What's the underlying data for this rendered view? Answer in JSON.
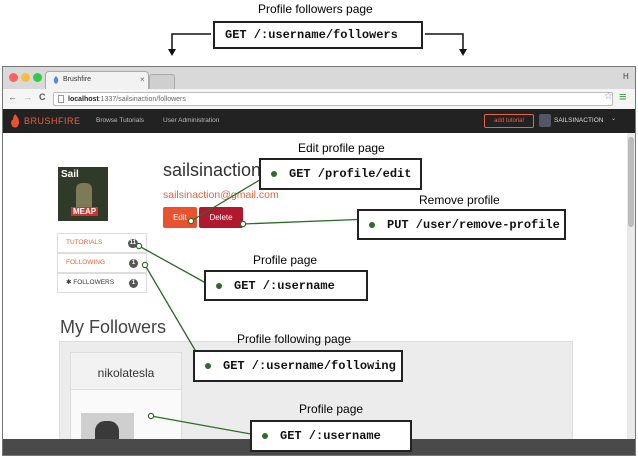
{
  "browser": {
    "tab_title": "Brushfire",
    "url_host": "localhost",
    "url_path": ":1337/sailsinaction/followers",
    "tab_close": "×",
    "nav_buttons": [
      "←",
      "→",
      "C"
    ],
    "bookmark_icon": "☆",
    "menu_icon": "≡"
  },
  "navbar": {
    "brand": "BRUSHFIRE",
    "links": [
      "Browse Tutorials",
      "User Administration"
    ],
    "add_tutorial": "add tutorial",
    "username": "SAILSINACTION",
    "caret": "⌄"
  },
  "profile": {
    "username": "sailsinaction",
    "email": "sailsinaction@gmail.com",
    "edit_label": "Edit",
    "delete_label": "Delete",
    "cover_text": "Sail",
    "cover_badge": "MEAP"
  },
  "sidebar": {
    "items": [
      {
        "label": "TUTORIALS",
        "count": "11"
      },
      {
        "label": "FOLLOWING",
        "count": "1"
      },
      {
        "label": "FOLLOWERS",
        "count": "1",
        "icon": "✱"
      }
    ]
  },
  "followers": {
    "heading": "My Followers",
    "cards": [
      {
        "name": "nikolatesla"
      }
    ]
  },
  "callouts": {
    "followers_page": {
      "title": "Profile followers page",
      "code": "GET /:username/followers"
    },
    "edit_profile": {
      "title": "Edit profile page",
      "code": "GET /profile/edit"
    },
    "remove_profile": {
      "title": "Remove profile",
      "code": "PUT /user/remove-profile"
    },
    "profile_page_1": {
      "title": "Profile page",
      "code": "GET /:username"
    },
    "following_page": {
      "title": "Profile following page",
      "code": "GET /:username/following"
    },
    "profile_page_2": {
      "title": "Profile page",
      "code": "GET /:username"
    }
  },
  "colors": {
    "accent_orange": "#e8522e",
    "delete_red": "#b0182f",
    "navbar": "#222222",
    "link_orange": "#e8633f",
    "callout_line": "#2d6b27"
  }
}
